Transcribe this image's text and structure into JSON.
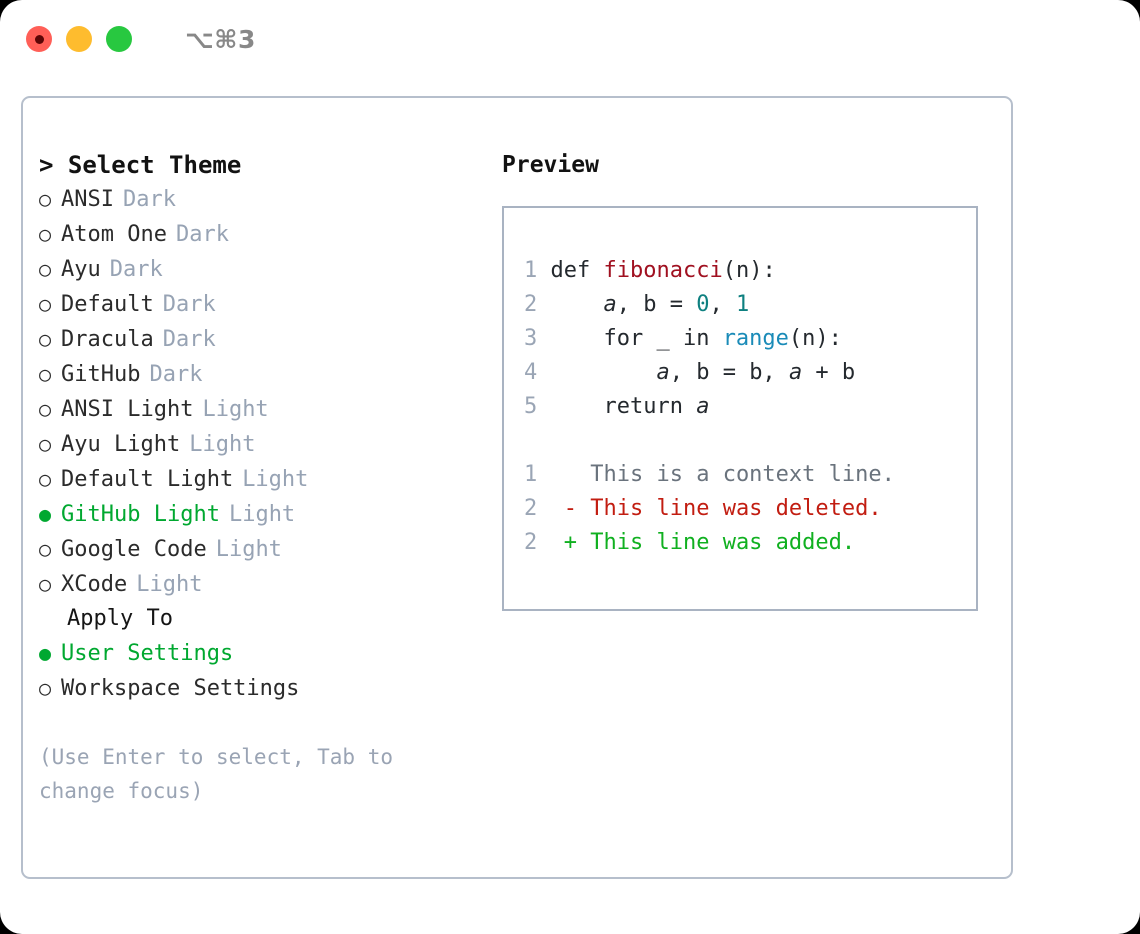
{
  "titlebar": {
    "shortcut": "⌥⌘3",
    "lights": [
      {
        "name": "close",
        "color": "#ff5f57"
      },
      {
        "name": "minimize",
        "color": "#febc2e"
      },
      {
        "name": "maximize",
        "color": "#28c840"
      }
    ]
  },
  "left": {
    "heading": "> Select Theme",
    "selected_bullet": "●",
    "unselected_bullet": "○",
    "themes": [
      {
        "name": "ANSI",
        "badge": "Dark",
        "selected": false
      },
      {
        "name": "Atom One",
        "badge": "Dark",
        "selected": false
      },
      {
        "name": "Ayu",
        "badge": "Dark",
        "selected": false
      },
      {
        "name": "Default",
        "badge": "Dark",
        "selected": false
      },
      {
        "name": "Dracula",
        "badge": "Dark",
        "selected": false
      },
      {
        "name": "GitHub",
        "badge": "Dark",
        "selected": false
      },
      {
        "name": "ANSI Light",
        "badge": "Light",
        "selected": false
      },
      {
        "name": "Ayu Light",
        "badge": "Light",
        "selected": false
      },
      {
        "name": "Default Light",
        "badge": "Light",
        "selected": false
      },
      {
        "name": "GitHub Light",
        "badge": "Light",
        "selected": true
      },
      {
        "name": "Google Code",
        "badge": "Light",
        "selected": false
      },
      {
        "name": "XCode",
        "badge": "Light",
        "selected": false
      }
    ],
    "apply_to_label": "Apply To",
    "apply_to": [
      {
        "name": "User Settings",
        "selected": true
      },
      {
        "name": "Workspace Settings",
        "selected": false
      }
    ],
    "hint": "(Use Enter to select, Tab to change focus)"
  },
  "right": {
    "preview_title": "Preview",
    "code_lines": [
      {
        "number": "1",
        "tokens": [
          {
            "t": "def ",
            "k": "kw"
          },
          {
            "t": "fibonacci",
            "k": "func"
          },
          {
            "t": "(n):",
            "k": "plain"
          }
        ]
      },
      {
        "number": "2",
        "tokens": [
          {
            "t": "    ",
            "k": "plain"
          },
          {
            "t": "a",
            "k": "var"
          },
          {
            "t": ", ",
            "k": "plain"
          },
          {
            "t": "b",
            "k": "plain"
          },
          {
            "t": " = ",
            "k": "plain"
          },
          {
            "t": "0",
            "k": "num"
          },
          {
            "t": ", ",
            "k": "plain"
          },
          {
            "t": "1",
            "k": "num"
          }
        ]
      },
      {
        "number": "3",
        "tokens": [
          {
            "t": "    for _ in ",
            "k": "plain"
          },
          {
            "t": "range",
            "k": "call"
          },
          {
            "t": "(n):",
            "k": "plain"
          }
        ]
      },
      {
        "number": "4",
        "tokens": [
          {
            "t": "        ",
            "k": "plain"
          },
          {
            "t": "a",
            "k": "var"
          },
          {
            "t": ", b = b, ",
            "k": "plain"
          },
          {
            "t": "a",
            "k": "var"
          },
          {
            "t": " + b",
            "k": "plain"
          }
        ]
      },
      {
        "number": "5",
        "tokens": [
          {
            "t": "    return ",
            "k": "plain"
          },
          {
            "t": "a",
            "k": "var"
          }
        ]
      }
    ],
    "diff_lines": [
      {
        "number": "1",
        "marker": " ",
        "text": " This is a context line.",
        "kind": "ctx"
      },
      {
        "number": "2",
        "marker": "-",
        "text": " This line was deleted.",
        "kind": "del"
      },
      {
        "number": "2",
        "marker": "+",
        "text": " This line was added.",
        "kind": "add"
      }
    ]
  }
}
